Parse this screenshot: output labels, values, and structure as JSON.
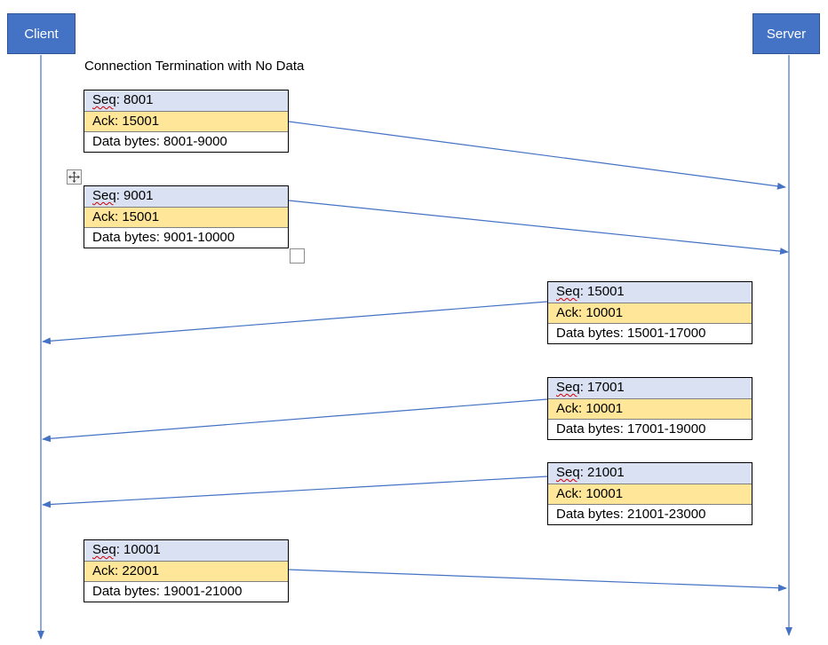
{
  "client_label": "Client",
  "server_label": "Server",
  "title": "Connection Termination with No Data",
  "colors": {
    "endpoint": "#4472c4",
    "lifeline": "#4472c4",
    "seq_row": "#d9e1f2",
    "ack_row": "#ffe699",
    "data_row": "#ffffff"
  },
  "segments": [
    {
      "seq_prefix": "Seq",
      "seq_value": ": 8001",
      "ack": "Ack: 15001",
      "data": "Data bytes: 8001-9000",
      "direction": "client-to-server"
    },
    {
      "seq_prefix": "Seq",
      "seq_value": ": 9001",
      "ack": "Ack: 15001",
      "data": "Data bytes: 9001-10000",
      "direction": "client-to-server"
    },
    {
      "seq_prefix": "Seq",
      "seq_value": ": 15001",
      "ack": "Ack: 10001",
      "data": "Data bytes: 15001-17000",
      "direction": "server-to-client"
    },
    {
      "seq_prefix": "Seq",
      "seq_value": ": 17001",
      "ack": "Ack: 10001",
      "data": "Data bytes: 17001-19000",
      "direction": "server-to-client"
    },
    {
      "seq_prefix": "Seq",
      "seq_value": ": 21001",
      "ack": "Ack: 10001",
      "data": "Data bytes: 21001-23000",
      "direction": "server-to-client"
    },
    {
      "seq_prefix": "Seq",
      "seq_value": ": 10001",
      "ack": "Ack: 22001",
      "data": "Data bytes: 19001-21000",
      "direction": "client-to-server"
    }
  ],
  "icons": {
    "move_handle": "move-arrows-icon",
    "resize_handle": "resize-handle-icon"
  }
}
